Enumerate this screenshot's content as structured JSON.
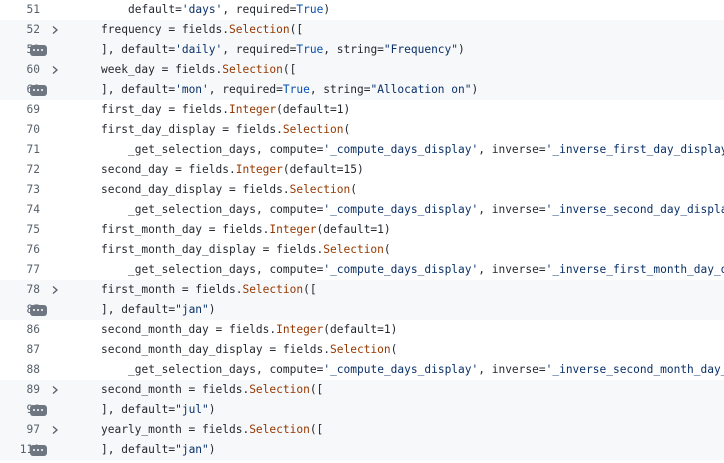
{
  "colors": {
    "default": "#24292f",
    "builtin": "#953800",
    "string": "#0a3069",
    "keyword": "#0550ae",
    "line_number": "#57606a",
    "folded_row_bg": "#f6f8fa",
    "ellipsis_badge": "#6e7781"
  },
  "lines": [
    {
      "no": "51",
      "indent": 2,
      "fold": "none",
      "tokens": [
        {
          "t": "default=",
          "c": "default"
        },
        {
          "t": "'days'",
          "c": "string"
        },
        {
          "t": ", required=",
          "c": "default"
        },
        {
          "t": "True",
          "c": "keyword"
        },
        {
          "t": ")",
          "c": "default"
        }
      ]
    },
    {
      "no": "52",
      "indent": 1,
      "fold": "chevron",
      "tokens": [
        {
          "t": "frequency = fields.",
          "c": "default"
        },
        {
          "t": "Selection",
          "c": "builtin"
        },
        {
          "t": "([",
          "c": "default"
        }
      ]
    },
    {
      "no": "59",
      "indent": 1,
      "fold": "ellipsis",
      "tokens": [
        {
          "t": "], default=",
          "c": "default"
        },
        {
          "t": "'daily'",
          "c": "string"
        },
        {
          "t": ", required=",
          "c": "default"
        },
        {
          "t": "True",
          "c": "keyword"
        },
        {
          "t": ", string=",
          "c": "default"
        },
        {
          "t": "\"Frequency\"",
          "c": "string"
        },
        {
          "t": ")",
          "c": "default"
        }
      ]
    },
    {
      "no": "60",
      "indent": 1,
      "fold": "chevron",
      "tokens": [
        {
          "t": "week_day = fields.",
          "c": "default"
        },
        {
          "t": "Selection",
          "c": "builtin"
        },
        {
          "t": "([",
          "c": "default"
        }
      ]
    },
    {
      "no": "68",
      "indent": 1,
      "fold": "ellipsis",
      "tokens": [
        {
          "t": "], default=",
          "c": "default"
        },
        {
          "t": "'mon'",
          "c": "string"
        },
        {
          "t": ", required=",
          "c": "default"
        },
        {
          "t": "True",
          "c": "keyword"
        },
        {
          "t": ", string=",
          "c": "default"
        },
        {
          "t": "\"Allocation on\"",
          "c": "string"
        },
        {
          "t": ")",
          "c": "default"
        }
      ]
    },
    {
      "no": "69",
      "indent": 1,
      "fold": "none",
      "tokens": [
        {
          "t": "first_day = fields.",
          "c": "default"
        },
        {
          "t": "Integer",
          "c": "builtin"
        },
        {
          "t": "(default=1)",
          "c": "default"
        }
      ]
    },
    {
      "no": "70",
      "indent": 1,
      "fold": "none",
      "tokens": [
        {
          "t": "first_day_display = fields.",
          "c": "default"
        },
        {
          "t": "Selection",
          "c": "builtin"
        },
        {
          "t": "(",
          "c": "default"
        }
      ]
    },
    {
      "no": "71",
      "indent": 2,
      "fold": "none",
      "tokens": [
        {
          "t": "_get_selection_days, compute=",
          "c": "default"
        },
        {
          "t": "'_compute_days_display'",
          "c": "string"
        },
        {
          "t": ", inverse=",
          "c": "default"
        },
        {
          "t": "'_inverse_first_day_display'",
          "c": "string"
        },
        {
          "t": ")",
          "c": "default"
        }
      ]
    },
    {
      "no": "72",
      "indent": 1,
      "fold": "none",
      "tokens": [
        {
          "t": "second_day = fields.",
          "c": "default"
        },
        {
          "t": "Integer",
          "c": "builtin"
        },
        {
          "t": "(default=15)",
          "c": "default"
        }
      ]
    },
    {
      "no": "73",
      "indent": 1,
      "fold": "none",
      "tokens": [
        {
          "t": "second_day_display = fields.",
          "c": "default"
        },
        {
          "t": "Selection",
          "c": "builtin"
        },
        {
          "t": "(",
          "c": "default"
        }
      ]
    },
    {
      "no": "74",
      "indent": 2,
      "fold": "none",
      "tokens": [
        {
          "t": "_get_selection_days, compute=",
          "c": "default"
        },
        {
          "t": "'_compute_days_display'",
          "c": "string"
        },
        {
          "t": ", inverse=",
          "c": "default"
        },
        {
          "t": "'_inverse_second_day_display'",
          "c": "string"
        }
      ]
    },
    {
      "no": "75",
      "indent": 1,
      "fold": "none",
      "tokens": [
        {
          "t": "first_month_day = fields.",
          "c": "default"
        },
        {
          "t": "Integer",
          "c": "builtin"
        },
        {
          "t": "(default=1)",
          "c": "default"
        }
      ]
    },
    {
      "no": "76",
      "indent": 1,
      "fold": "none",
      "tokens": [
        {
          "t": "first_month_day_display = fields.",
          "c": "default"
        },
        {
          "t": "Selection",
          "c": "builtin"
        },
        {
          "t": "(",
          "c": "default"
        }
      ]
    },
    {
      "no": "77",
      "indent": 2,
      "fold": "none",
      "tokens": [
        {
          "t": "_get_selection_days, compute=",
          "c": "default"
        },
        {
          "t": "'_compute_days_display'",
          "c": "string"
        },
        {
          "t": ", inverse=",
          "c": "default"
        },
        {
          "t": "'_inverse_first_month_day_di",
          "c": "string"
        }
      ]
    },
    {
      "no": "78",
      "indent": 1,
      "fold": "chevron",
      "tokens": [
        {
          "t": "first_month = fields.",
          "c": "default"
        },
        {
          "t": "Selection",
          "c": "builtin"
        },
        {
          "t": "([",
          "c": "default"
        }
      ]
    },
    {
      "no": "85",
      "indent": 1,
      "fold": "ellipsis",
      "tokens": [
        {
          "t": "], default=",
          "c": "default"
        },
        {
          "t": "\"jan\"",
          "c": "string"
        },
        {
          "t": ")",
          "c": "default"
        }
      ]
    },
    {
      "no": "86",
      "indent": 1,
      "fold": "none",
      "tokens": [
        {
          "t": "second_month_day = fields.",
          "c": "default"
        },
        {
          "t": "Integer",
          "c": "builtin"
        },
        {
          "t": "(default=1)",
          "c": "default"
        }
      ]
    },
    {
      "no": "87",
      "indent": 1,
      "fold": "none",
      "tokens": [
        {
          "t": "second_month_day_display = fields.",
          "c": "default"
        },
        {
          "t": "Selection",
          "c": "builtin"
        },
        {
          "t": "(",
          "c": "default"
        }
      ]
    },
    {
      "no": "88",
      "indent": 2,
      "fold": "none",
      "tokens": [
        {
          "t": "_get_selection_days, compute=",
          "c": "default"
        },
        {
          "t": "'_compute_days_display'",
          "c": "string"
        },
        {
          "t": ", inverse=",
          "c": "default"
        },
        {
          "t": "'_inverse_second_month_day_di",
          "c": "string"
        }
      ]
    },
    {
      "no": "89",
      "indent": 1,
      "fold": "chevron",
      "tokens": [
        {
          "t": "second_month = fields.",
          "c": "default"
        },
        {
          "t": "Selection",
          "c": "builtin"
        },
        {
          "t": "([",
          "c": "default"
        }
      ]
    },
    {
      "no": "96",
      "indent": 1,
      "fold": "ellipsis",
      "tokens": [
        {
          "t": "], default=",
          "c": "default"
        },
        {
          "t": "\"jul\"",
          "c": "string"
        },
        {
          "t": ")",
          "c": "default"
        }
      ]
    },
    {
      "no": "97",
      "indent": 1,
      "fold": "chevron",
      "tokens": [
        {
          "t": "yearly_month = fields.",
          "c": "default"
        },
        {
          "t": "Selection",
          "c": "builtin"
        },
        {
          "t": "([",
          "c": "default"
        }
      ]
    },
    {
      "no": "110",
      "indent": 1,
      "fold": "ellipsis",
      "tokens": [
        {
          "t": "], default=",
          "c": "default"
        },
        {
          "t": "\"jan\"",
          "c": "string"
        },
        {
          "t": ")",
          "c": "default"
        }
      ]
    }
  ]
}
